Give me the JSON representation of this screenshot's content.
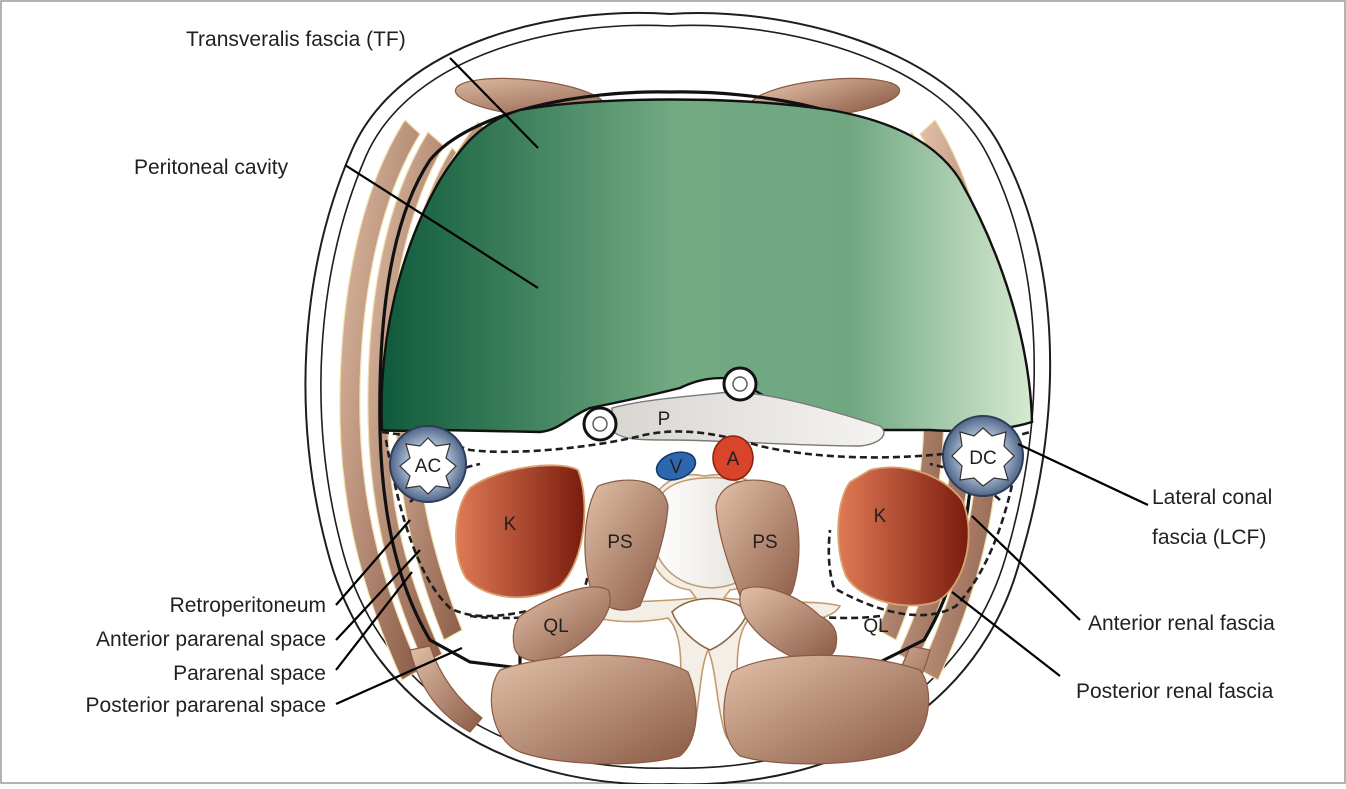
{
  "labels": {
    "transversalis_fascia": "Transveralis fascia (TF)",
    "peritoneal_cavity": "Peritoneal cavity",
    "lateral_conal_fascia_line1": "Lateral conal",
    "lateral_conal_fascia_line2": "fascia (LCF)",
    "anterior_renal_fascia": "Anterior renal fascia",
    "posterior_renal_fascia": "Posterior renal fascia",
    "retroperitoneum": "Retroperitoneum",
    "anterior_pararenal_space": "Anterior pararenal space",
    "pararenal_space": "Pararenal space",
    "posterior_pararenal_space": "Posterior pararenal space"
  },
  "structures": {
    "ascending_colon": "AC",
    "descending_colon": "DC",
    "pancreas": "P",
    "vena_cava": "V",
    "aorta": "A",
    "kidney_left": "K",
    "kidney_right": "K",
    "psoas_left": "PS",
    "psoas_right": "PS",
    "quadratus_lumborum_left": "QL",
    "quadratus_lumborum_right": "QL"
  },
  "colors": {
    "peritoneal_dark": "#0f5a3c",
    "peritoneal_mid": "#72aa82",
    "peritoneal_light": "#d6ead0",
    "muscle_light": "#e2c0a8",
    "muscle_dark": "#8a5a45",
    "kidney_light": "#e07a55",
    "kidney_dark": "#7a1c0e",
    "aorta": "#d8452a",
    "vena_cava": "#2d67ae",
    "colon_ring": "#6d84a6",
    "bone": "#f3efe6"
  }
}
